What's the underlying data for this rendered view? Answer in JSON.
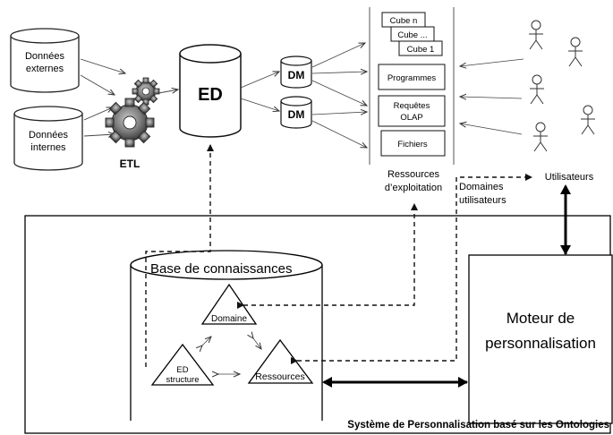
{
  "sources": {
    "external_l1": "Données",
    "external_l2": "externes",
    "internal_l1": "Données",
    "internal_l2": "internes"
  },
  "etl_label": "ETL",
  "warehouse_label": "ED",
  "datamart_label": "DM",
  "resources": {
    "cube_n": "Cube n",
    "cube_dots": "Cube ...",
    "cube_1": "Cube 1",
    "programmes": "Programmes",
    "requetes_l1": "Requêtes",
    "requetes_l2": "OLAP",
    "fichiers": "Fichiers",
    "caption_l1": "Ressources",
    "caption_l2": "d’exploitation"
  },
  "users": {
    "label": "Utilisateurs",
    "domains_l1": "Domaines",
    "domains_l2": "utilisateurs"
  },
  "knowledge_base": {
    "title": "Base de connaissances",
    "domaine": "Domaine",
    "ed_l1": "ED",
    "ed_l2": "structure",
    "ressources": "Ressources"
  },
  "engine": {
    "l1": "Moteur de",
    "l2": "personnalisation"
  },
  "system_caption": "Système de Personnalisation basé sur les Ontologies"
}
